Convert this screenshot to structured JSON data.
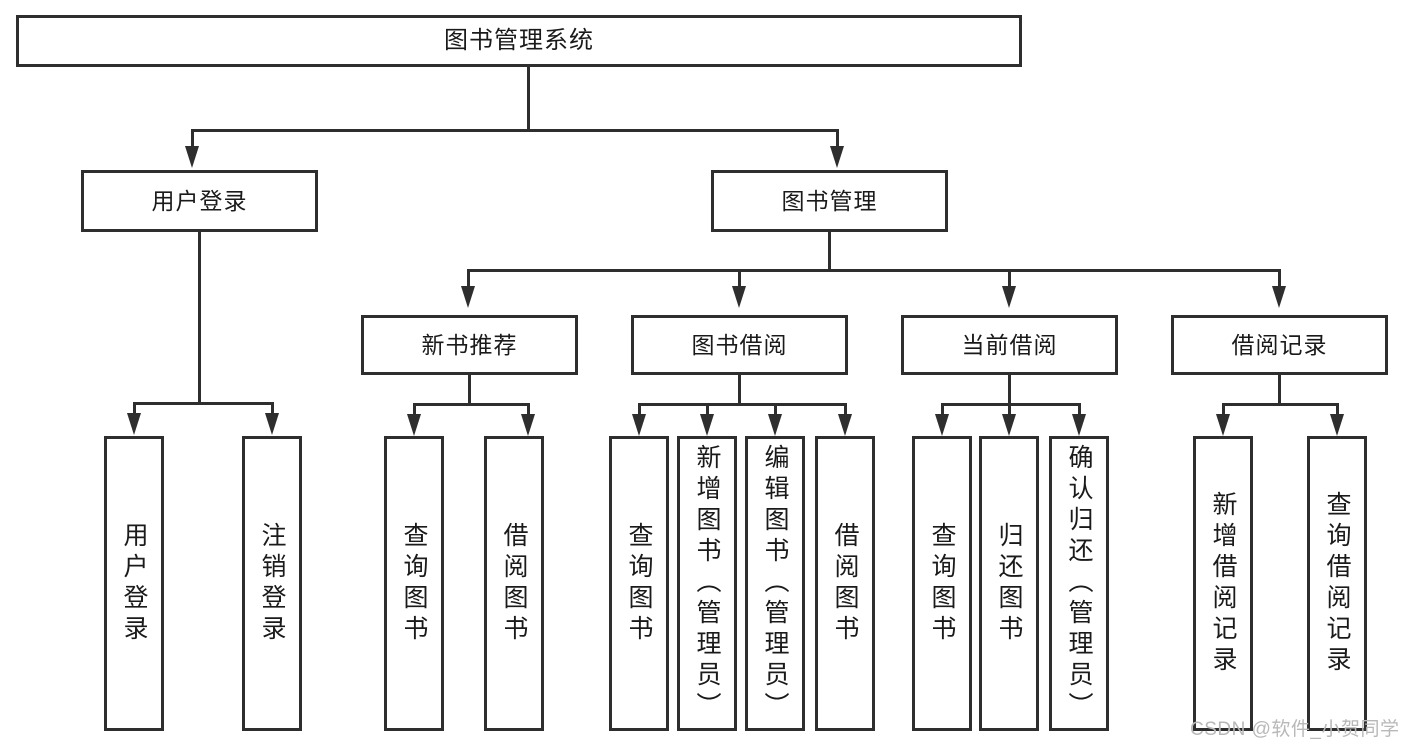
{
  "diagram": {
    "type": "tree",
    "title": "图书管理系统",
    "watermark": "CSDN @软件_小贺同学",
    "colors": {
      "stroke": "#2e2e2e",
      "box_fill": "#ffffff",
      "text": "#1a1a1a",
      "watermark": "#b8b8b8",
      "background": "#ffffff"
    },
    "levels": {
      "root": {
        "label": "图书管理系统"
      },
      "level2": [
        {
          "label": "用户登录"
        },
        {
          "label": "图书管理"
        }
      ],
      "level3": [
        {
          "label": "新书推荐"
        },
        {
          "label": "图书借阅"
        },
        {
          "label": "当前借阅"
        },
        {
          "label": "借阅记录"
        }
      ],
      "leaves": {
        "user_login": [
          {
            "label": "用户登录"
          },
          {
            "label": "注销登录"
          }
        ],
        "new_book_recommend": [
          {
            "label": "查询图书"
          },
          {
            "label": "借阅图书"
          }
        ],
        "book_borrow": [
          {
            "label": "查询图书"
          },
          {
            "label": "新增图书（管理员）"
          },
          {
            "label": "编辑图书（管理员）"
          },
          {
            "label": "借阅图书"
          }
        ],
        "current_borrow": [
          {
            "label": "查询图书"
          },
          {
            "label": "归还图书"
          },
          {
            "label": "确认归还（管理员）"
          }
        ],
        "borrow_record": [
          {
            "label": "新增借阅记录"
          },
          {
            "label": "查询借阅记录"
          }
        ]
      }
    }
  }
}
